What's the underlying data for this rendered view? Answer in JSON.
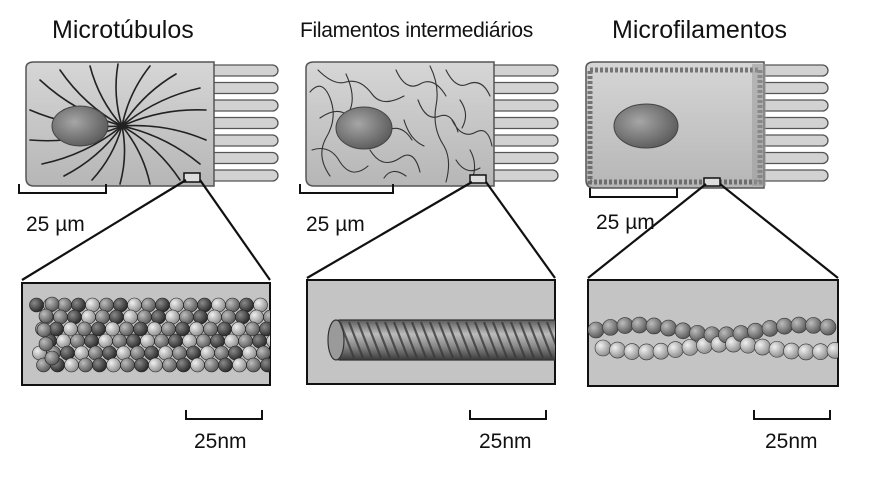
{
  "panels": [
    {
      "title": "Microtúbulos",
      "cell_scale": "25 µm",
      "detail_scale": "25nm"
    },
    {
      "title": "Filamentos intermediários",
      "cell_scale": "25 µm",
      "detail_scale": "25nm"
    },
    {
      "title": "Microfilamentos",
      "cell_scale": "25 µm",
      "detail_scale": "25nm"
    }
  ],
  "colors": {
    "cell_fill": "#c9c9c9",
    "nucleus": "#7d7d7d",
    "detail_bg": "#c4c4c4",
    "outline": "#111111"
  }
}
